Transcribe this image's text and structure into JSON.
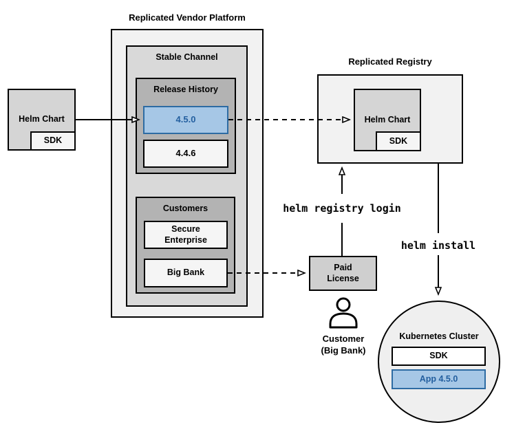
{
  "colors": {
    "outer_box_fill": "#f2f2f2",
    "channel_fill": "#d9d9d9",
    "group_fill": "#b3b3b3",
    "item_fill": "#f5f5f5",
    "chart_fill": "#d5d5d5",
    "license_fill": "#cfcfcf",
    "circle_fill": "#efefef",
    "white_fill": "#ffffff",
    "blue_fill": "#a6c7e6",
    "blue_border": "#2d6ba3",
    "blue_text": "#235f9f"
  },
  "source": {
    "helm_chart_label": "Helm Chart",
    "sdk_label": "SDK"
  },
  "platform": {
    "title": "Replicated Vendor Platform",
    "stable_channel": {
      "title": "Stable Channel",
      "release_history": {
        "title": "Release History",
        "releases": [
          {
            "version": "4.5.0",
            "highlighted": true
          },
          {
            "version": "4.4.6",
            "highlighted": false
          }
        ]
      },
      "customers": {
        "title": "Customers",
        "items": [
          {
            "name": "Secure Enterprise"
          },
          {
            "name": "Big Bank"
          }
        ]
      }
    }
  },
  "registry": {
    "title": "Replicated Registry",
    "helm_chart_label": "Helm Chart",
    "sdk_label": "SDK"
  },
  "license": {
    "label": "Paid License"
  },
  "customer": {
    "name": "Customer",
    "org": "(Big Bank)"
  },
  "cluster": {
    "title": "Kubernetes Cluster",
    "sdk_label": "SDK",
    "app_label": "App 4.5.0"
  },
  "commands": {
    "registry_login": "helm registry login",
    "install": "helm install"
  }
}
